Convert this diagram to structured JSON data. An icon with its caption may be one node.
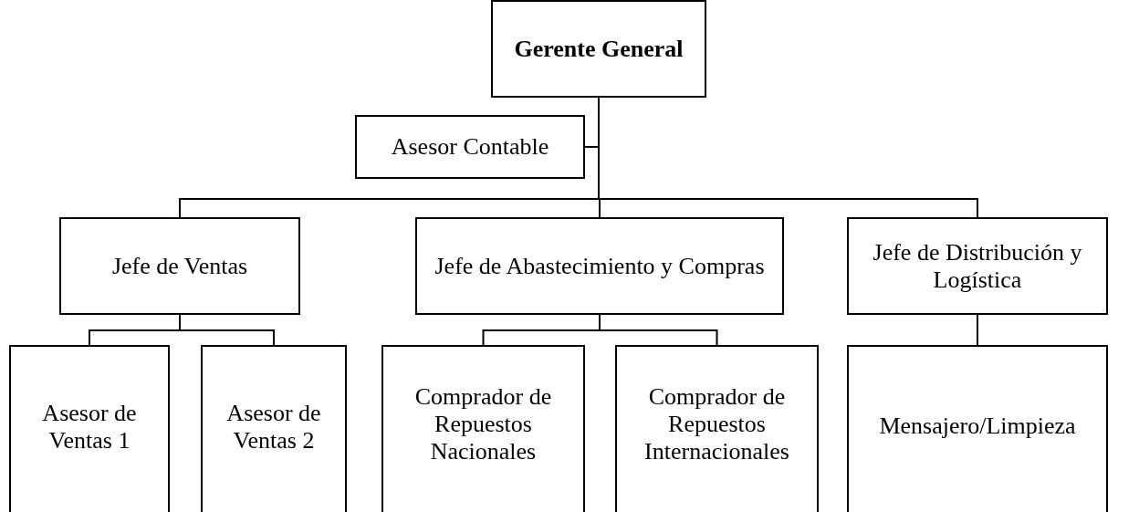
{
  "diagram": {
    "nodes": [
      {
        "text": [
          "Gerente General"
        ]
      },
      {
        "text": [
          "Asesor Contable"
        ]
      },
      {
        "text": [
          "Jefe de Ventas"
        ]
      },
      {
        "text": [
          "Jefe de Abastecimiento y Compras"
        ]
      },
      {
        "text": [
          "Jefe de Distribución y Logística"
        ]
      },
      {
        "text": [
          "Asesor de Ventas 1"
        ]
      },
      {
        "text": [
          "Asesor de Ventas 2"
        ]
      },
      {
        "text": [
          "Comprador de Repuestos Nacionales"
        ]
      },
      {
        "text": [
          "Comprador de Repuestos Internacionales"
        ]
      },
      {
        "text": [
          "Mensajero/Limpieza"
        ]
      }
    ],
    "edges": [
      {
        "from": 0,
        "to": 1,
        "arrow": "none"
      },
      {
        "from": 0,
        "to": 2,
        "arrow": "none"
      },
      {
        "from": 0,
        "to": 3,
        "arrow": "none"
      },
      {
        "from": 0,
        "to": 4,
        "arrow": "none"
      },
      {
        "from": 2,
        "to": 5,
        "arrow": "none"
      },
      {
        "from": 2,
        "to": 6,
        "arrow": "none"
      },
      {
        "from": 3,
        "to": 7,
        "arrow": "none"
      },
      {
        "from": 3,
        "to": 8,
        "arrow": "none"
      },
      {
        "from": 4,
        "to": 9,
        "arrow": "none"
      }
    ]
  }
}
